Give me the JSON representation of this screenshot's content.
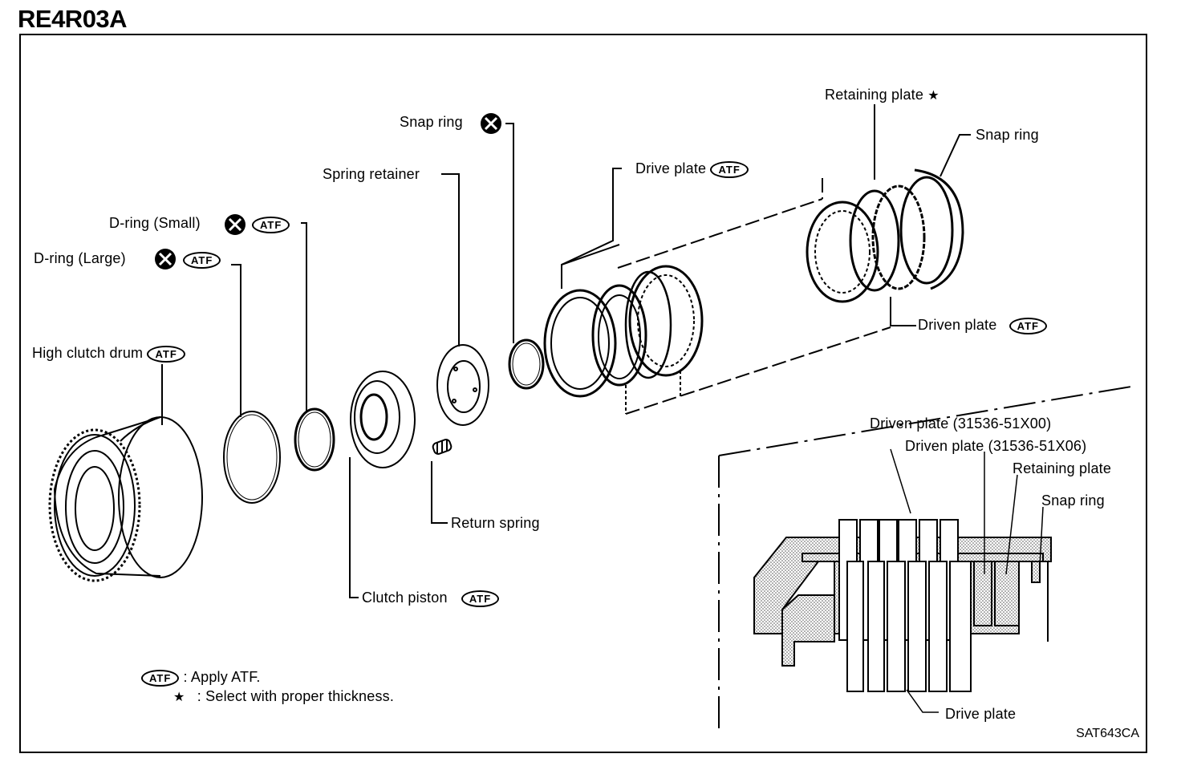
{
  "title": "RE4R03A",
  "figure_code": "SAT643CA",
  "marks": {
    "atf": "ATF",
    "star": "★",
    "x": "✕"
  },
  "labels": {
    "high_clutch_drum": "High clutch drum",
    "d_ring_large": "D-ring (Large)",
    "d_ring_small": "D-ring (Small)",
    "spring_retainer": "Spring retainer",
    "snap_ring_1": "Snap ring",
    "drive_plate": "Drive plate",
    "retaining_plate": "Retaining plate",
    "snap_ring_2": "Snap ring",
    "driven_plate": "Driven plate",
    "return_spring": "Return spring",
    "clutch_piston": "Clutch piston"
  },
  "legend": {
    "atf_text": ": Apply ATF.",
    "star_text": ": Select with proper thickness."
  },
  "inset": {
    "driven_plate_00": "Driven plate (31536-51X00)",
    "driven_plate_06": "Driven plate (31536-51X06)",
    "retaining_plate": "Retaining plate",
    "snap_ring": "Snap ring",
    "drive_plate": "Drive plate"
  },
  "colors": {
    "ink": "#000000",
    "stipple": "#bdbdbd",
    "paper": "#ffffff"
  }
}
